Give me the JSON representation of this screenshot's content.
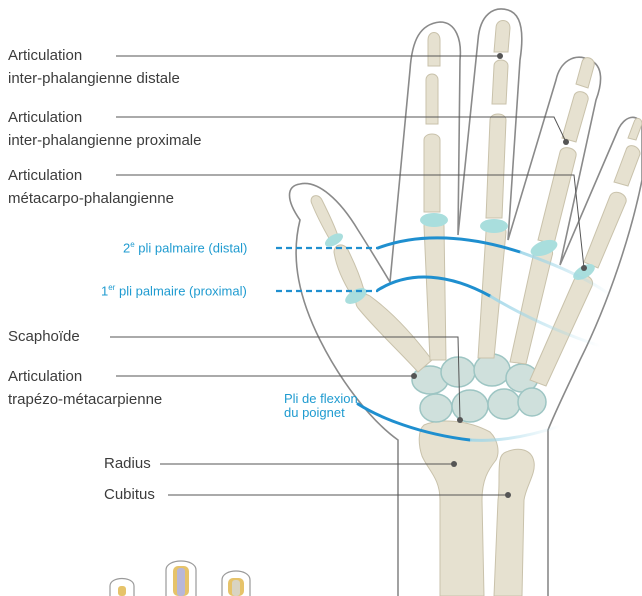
{
  "labels": {
    "dip_1": "Articulation",
    "dip_2": "inter-phalangienne distale",
    "pip_1": "Articulation",
    "pip_2": "inter-phalangienne proximale",
    "mcp_1": "Articulation",
    "mcp_2": "métacarpo-phalangienne",
    "scaphoid": "Scaphoïde",
    "tmc_1": "Articulation",
    "tmc_2": "trapézo-métacarpienne",
    "radius": "Radius",
    "cubitus": "Cubitus"
  },
  "creases": {
    "distal_prefix": "2",
    "distal_sup": "e",
    "distal_text": " pli palmaire (distal)",
    "proximal_prefix": "1",
    "proximal_sup": "er",
    "proximal_text": " pli palmaire (proximal)",
    "wrist_1": "Pli de flexion",
    "wrist_2": "du poignet"
  },
  "colors": {
    "crease_blue": "#1f9bd0",
    "bone": "#e6e1d0",
    "joint_cartilage": "#a9dedd",
    "text": "#3c3c3c"
  }
}
